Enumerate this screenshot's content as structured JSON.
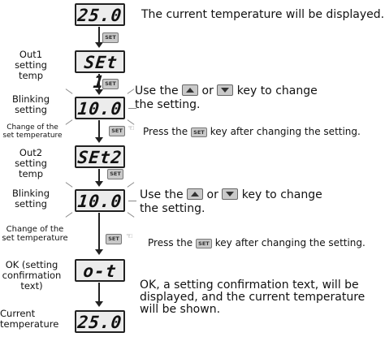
{
  "steps": [
    {
      "display": "25.0",
      "label": "",
      "text": "The current temperature will be displayed."
    },
    {
      "display": "SEt 1",
      "label": "Out1\nsetting temp"
    },
    {
      "display": "10.0",
      "label": "Blinking\nsetting",
      "text_a": "Use the",
      "text_b": "or",
      "text_c": "key to change",
      "text_d": "the setting."
    },
    {
      "label": "Change of the\nset temperature",
      "text_a": "Press the",
      "text_b": "key after changing the setting."
    },
    {
      "display": "SEt2",
      "label": "Out2\nsetting temp"
    },
    {
      "display": "10.0",
      "label": "Blinking\nsetting",
      "text_a": "Use the",
      "text_b": "or",
      "text_c": "key to change",
      "text_d": "the setting."
    },
    {
      "label": "Change of the\nset temperature",
      "text_a": "Press the",
      "text_b": "key after changing the setting."
    },
    {
      "display": "o-t",
      "label": "OK (setting\nconfirmation\ntext)",
      "text": "OK, a setting confirmation text, will be\ndisplayed, and the current temperature\nwill be shown."
    },
    {
      "display": "25.0",
      "label": "Current\ntemperature"
    }
  ],
  "keys": {
    "set": "SET",
    "up": "up-key-icon",
    "down": "down-key-icon"
  }
}
